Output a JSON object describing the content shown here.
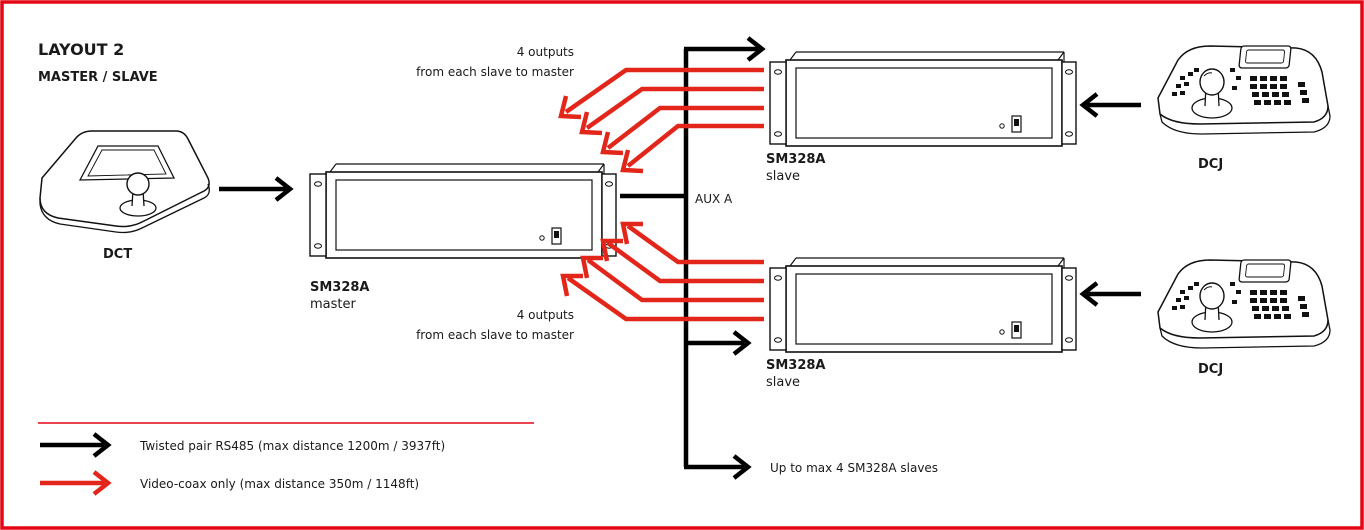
{
  "title": "LAYOUT 2",
  "subtitle": "MASTER / SLAVE",
  "colors": {
    "frame": "#e30613",
    "twisted_pair": "#000000",
    "video_coax": "#e3261a"
  },
  "devices": {
    "dct": {
      "label": "DCT"
    },
    "master": {
      "model": "SM328A",
      "role": "master"
    },
    "slave_top": {
      "model": "SM328A",
      "role": "slave"
    },
    "slave_bottom": {
      "model": "SM328A",
      "role": "slave"
    },
    "dcj_top": {
      "label": "DCJ"
    },
    "dcj_bottom": {
      "label": "DCJ"
    }
  },
  "annotations": {
    "outputs_top_line1": "4 outputs",
    "outputs_top_line2": "from each slave to master",
    "outputs_bottom_line1": "4 outputs",
    "outputs_bottom_line2": "from each slave to master",
    "aux": "AUX A",
    "max_slaves": "Up to max 4 SM328A slaves"
  },
  "legend": {
    "items": [
      {
        "label": "Twisted pair RS485 (max distance 1200m / 3937ft)",
        "icon": "arrow-right-icon"
      },
      {
        "label": "Video-coax only (max distance 350m / 1148ft)",
        "icon": "arrow-right-icon"
      }
    ]
  }
}
